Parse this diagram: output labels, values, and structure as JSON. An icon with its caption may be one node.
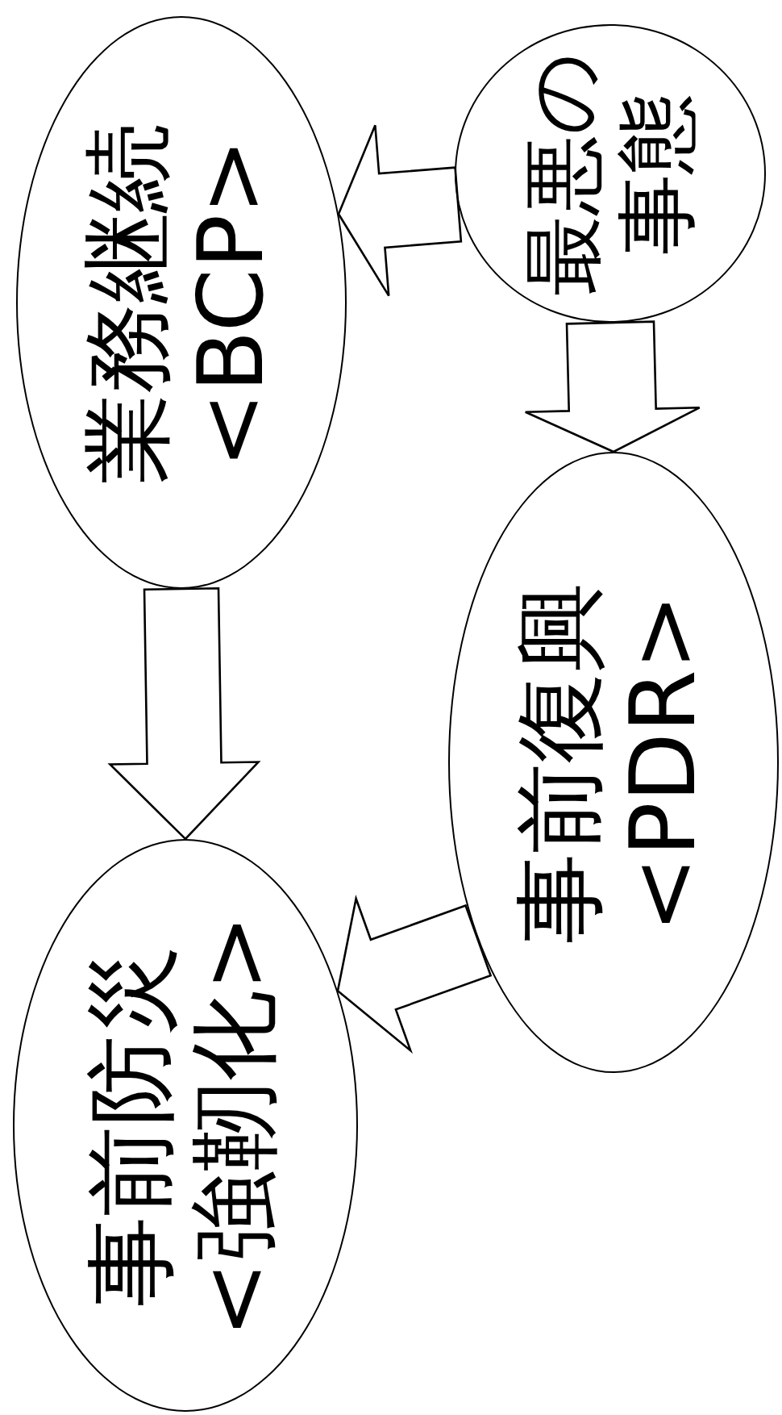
{
  "diagram": {
    "nodes": [
      {
        "text": [
          "最悪の事態"
        ]
      },
      {
        "text": [
          "業務継続",
          "<BCP>"
        ]
      },
      {
        "text": [
          "事前復興",
          "<PDR>"
        ]
      },
      {
        "text": [
          "事前防災",
          "<強靭化>"
        ]
      }
    ],
    "edges": [
      {
        "from": 0,
        "to": 1,
        "arrow": "to"
      },
      {
        "from": 0,
        "to": 2,
        "arrow": "to"
      },
      {
        "from": 1,
        "to": 3,
        "arrow": "to"
      },
      {
        "from": 2,
        "to": 3,
        "arrow": "to"
      }
    ]
  }
}
